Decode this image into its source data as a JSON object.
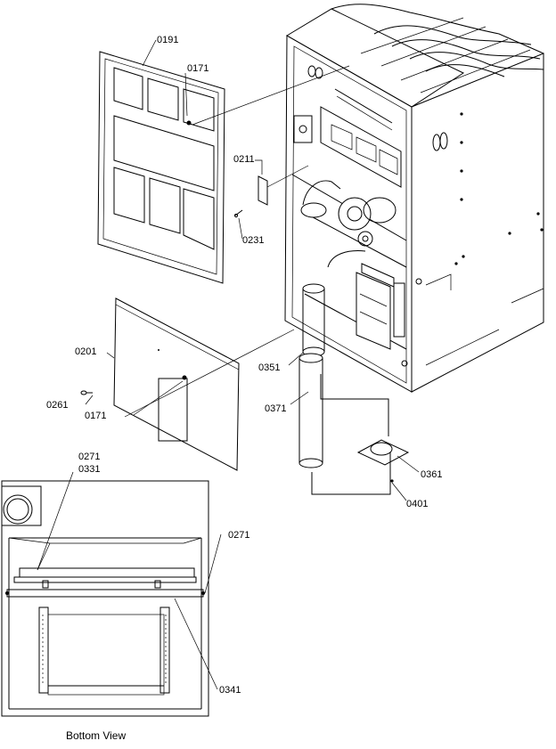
{
  "labels": {
    "p0191": "0191",
    "p0171a": "0171",
    "p0211": "0211",
    "p0231": "0231",
    "p0201": "0201",
    "p0261": "0261",
    "p0171b": "0171",
    "p0351": "0351",
    "p0371": "0371",
    "p0361": "0361",
    "p0401": "0401",
    "p0271a": "0271",
    "p0331": "0331",
    "p0271b": "0271",
    "p0341": "0341"
  },
  "caption": "Bottom View"
}
